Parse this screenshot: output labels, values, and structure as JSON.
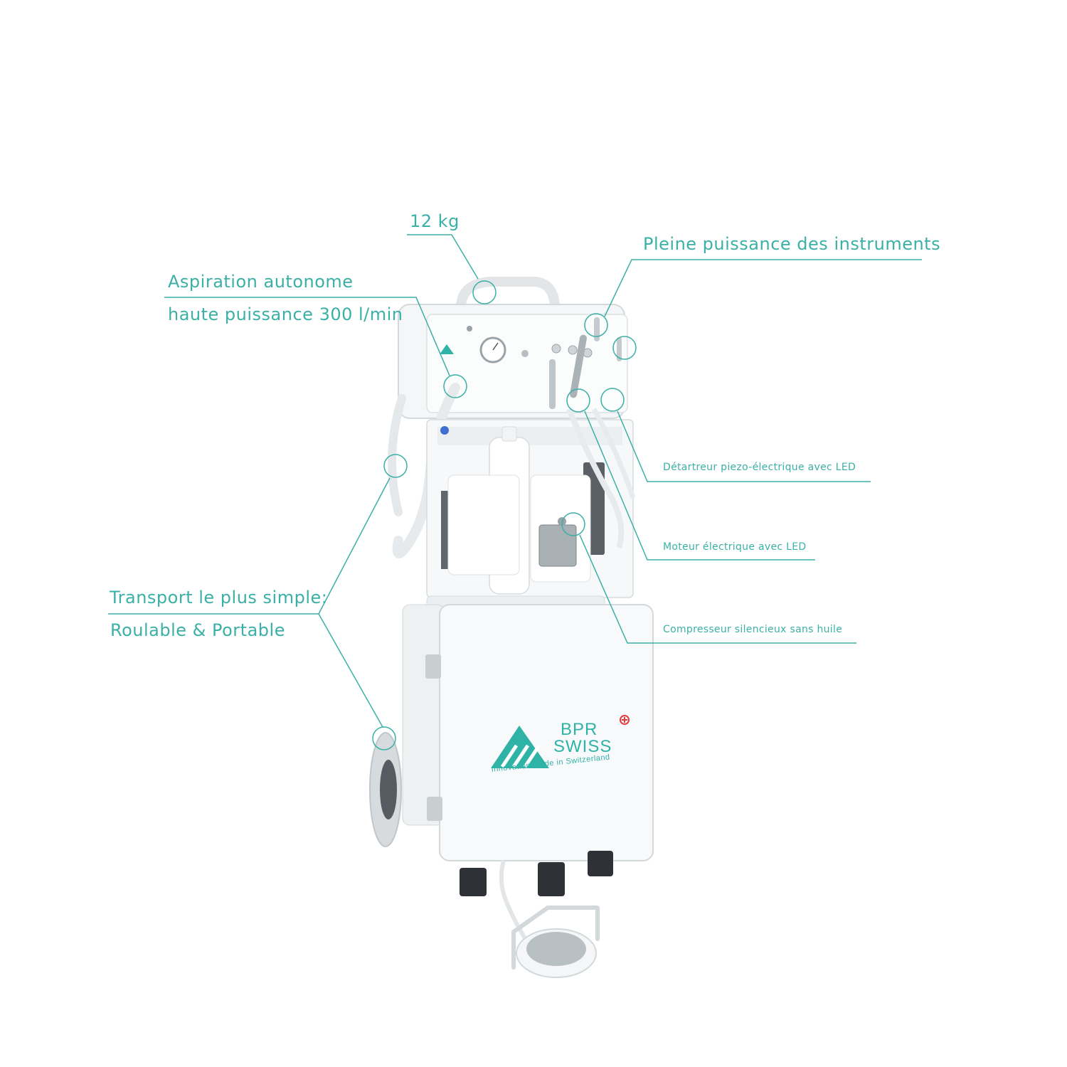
{
  "colors": {
    "accent": "#3bb0a6",
    "device": "#f3f5f6",
    "outline": "#d4d9dc",
    "logo": "#2fb3a7"
  },
  "callouts": {
    "weight": "12 kg",
    "instruments": "Pleine puissance des instruments",
    "aspiration_line1": "Aspiration autonome",
    "aspiration_line2": "haute puissance 300 l/min",
    "transport_line1": "Transport le plus simple:",
    "transport_line2": "Roulable & Portable",
    "scaler": "Détartreur piezo-électrique avec LED",
    "motor": "Moteur électrique avec LED",
    "compressor": "Compresseur silencieux sans huile"
  },
  "device": {
    "brand_line1": "BPR",
    "brand_line2": "SWISS",
    "tagline": "Innovation made in Switzerland"
  }
}
